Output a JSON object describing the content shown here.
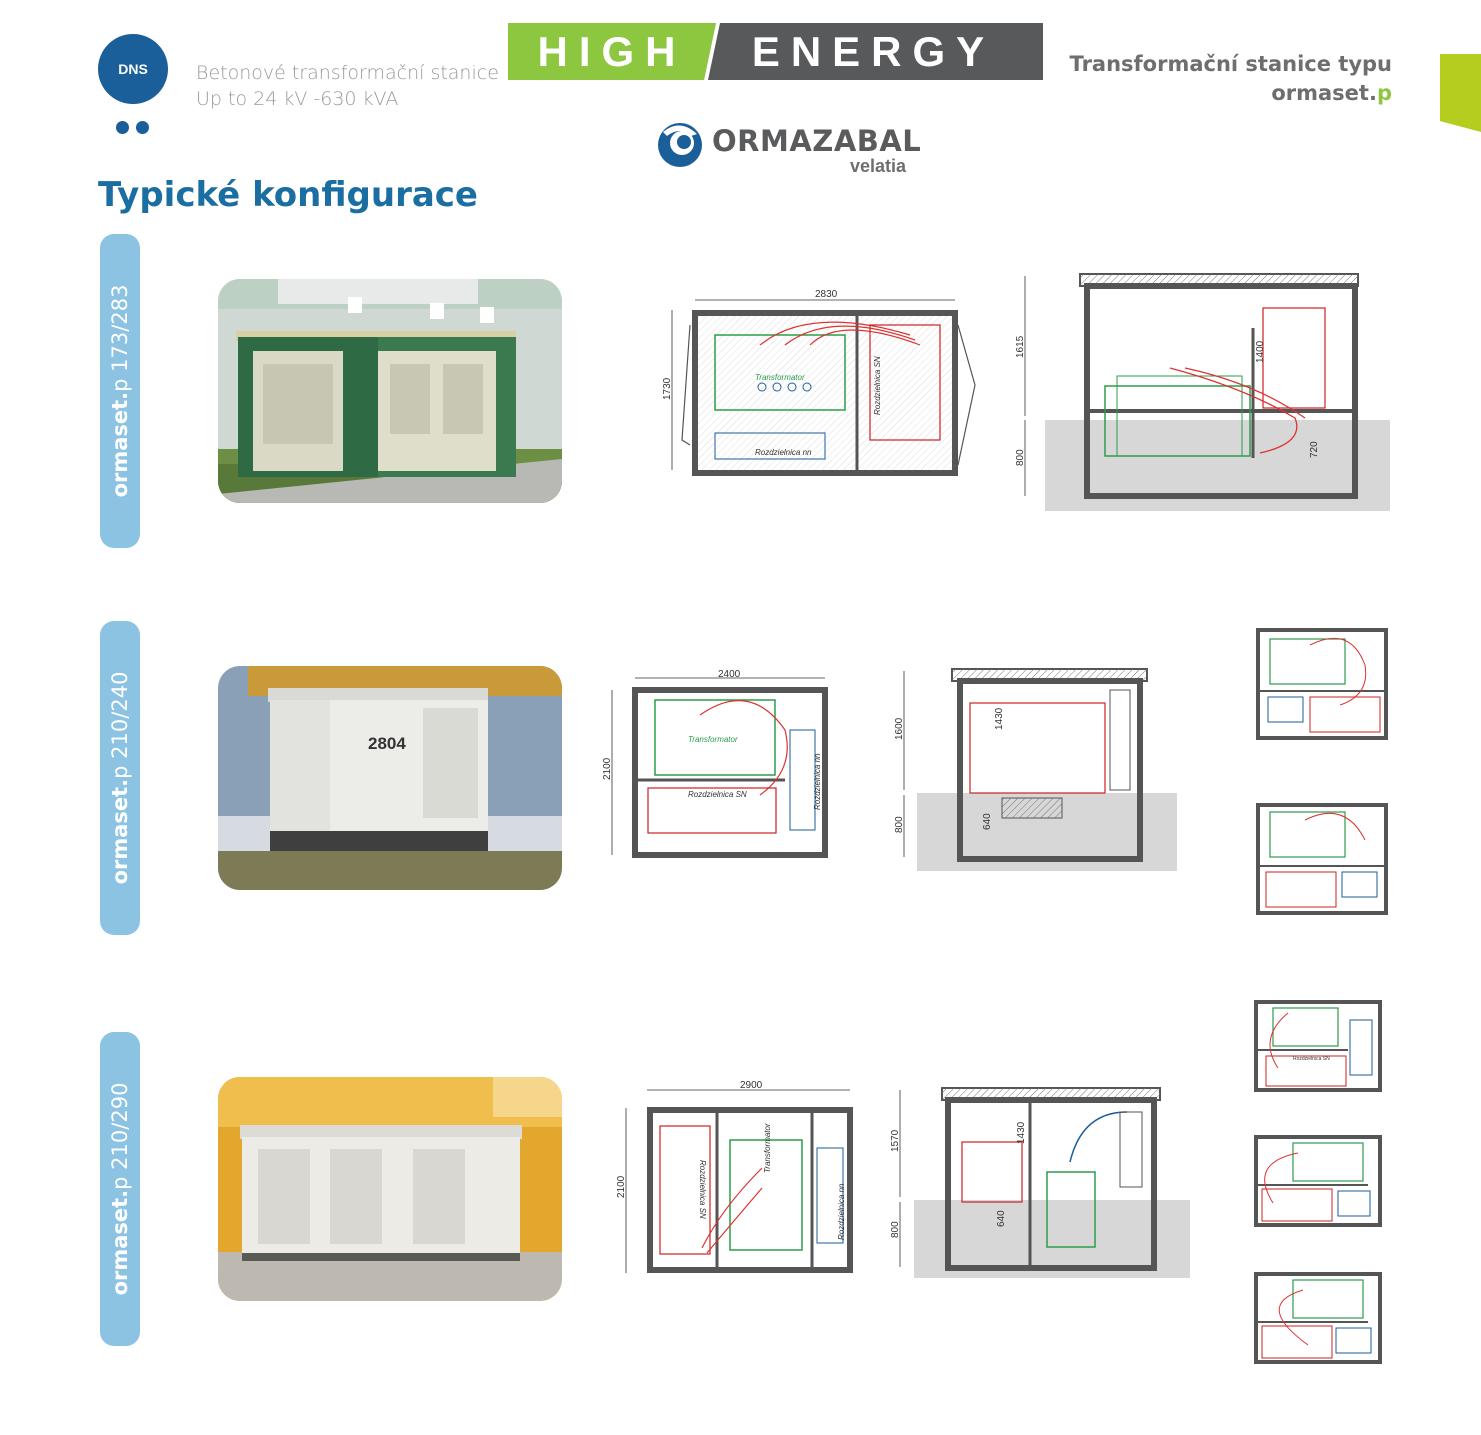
{
  "header": {
    "logo_text": "DNS",
    "subtitle_line1": "Betonové transformační stanice",
    "subtitle_line2": "Up to 24 kV -630 kVA",
    "brand_left": "HIGH",
    "brand_right": "ENERGY",
    "partner_logo": "ORMAZABAL",
    "partner_sub": "velatia",
    "title_line1": "Transformační stanice typu",
    "title_line2_main": "ormaset.",
    "title_line2_accent": "p"
  },
  "section_title": "Typické konfigurace",
  "colors": {
    "blue": "#1a5e9a",
    "title_blue": "#1a6ea1",
    "green": "#8dc63f",
    "grey": "#58595b",
    "side_label": "#8cc2e2",
    "corner": "#b5cd1e"
  },
  "configs": [
    {
      "label_bold": "ormaset.",
      "label_rest": "p 173/283",
      "plan": {
        "width": "2830",
        "depth": "1730",
        "trafo": "Transformator",
        "lv": "Rozdzielnica nn",
        "mv": "Rozdzielnica SN"
      },
      "section": {
        "total": "1615",
        "cell": "1400",
        "base": "800",
        "pit": "720"
      }
    },
    {
      "label_bold": "ormaset.",
      "label_rest": "p 210/240",
      "photo_number": "2804",
      "plan": {
        "width": "2400",
        "depth": "2100",
        "trafo": "Transformator",
        "lv": "Rozdzielnica nn",
        "mv": "Rozdzielnica SN"
      },
      "section": {
        "total": "1600",
        "cell": "1430",
        "base": "800",
        "pit": "640"
      }
    },
    {
      "label_bold": "ormaset.",
      "label_rest": "p 210/290",
      "plan": {
        "width": "2900",
        "depth": "2100",
        "trafo": "Transformator",
        "lv": "Rozdzielnica nn",
        "mv": "Rozdzielnica SN"
      },
      "section": {
        "total": "1570",
        "cell": "1430",
        "base": "800",
        "pit": "640"
      },
      "mini_label": "Rozdzielnica SN"
    }
  ],
  "icons": [
    "ormazabal-swirl-icon"
  ]
}
